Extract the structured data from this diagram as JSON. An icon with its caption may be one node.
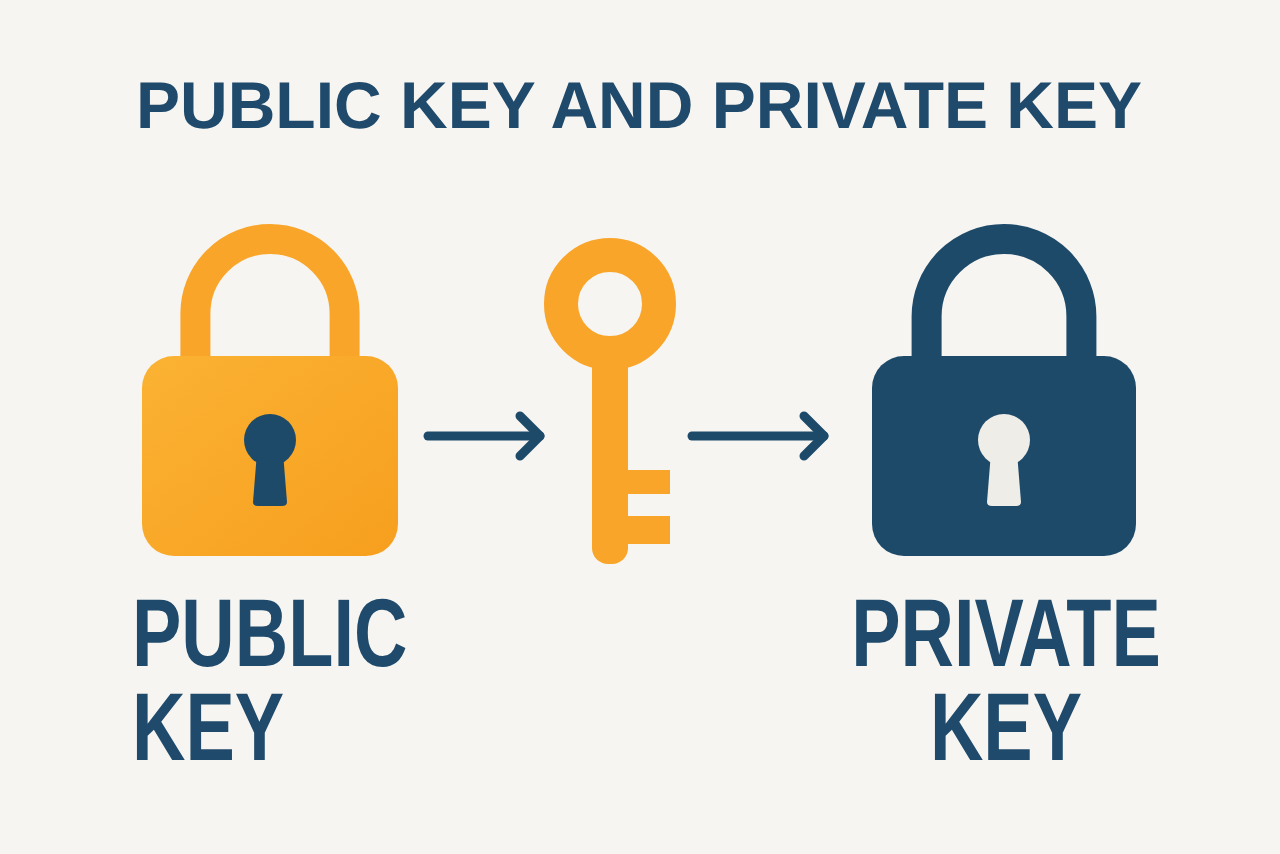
{
  "diagram": {
    "title": "PUBLIC KEY AND PRIVATE KEY",
    "nodes": [
      {
        "text": [
          "PUBLIC KEY"
        ]
      },
      {
        "text": [],
        "shape": "key"
      },
      {
        "text": [
          "PRIVATE KEY"
        ]
      }
    ],
    "edges": [
      {
        "from": 0,
        "to": 1,
        "arrow": "to"
      },
      {
        "from": 1,
        "to": 2,
        "arrow": "to"
      }
    ]
  }
}
